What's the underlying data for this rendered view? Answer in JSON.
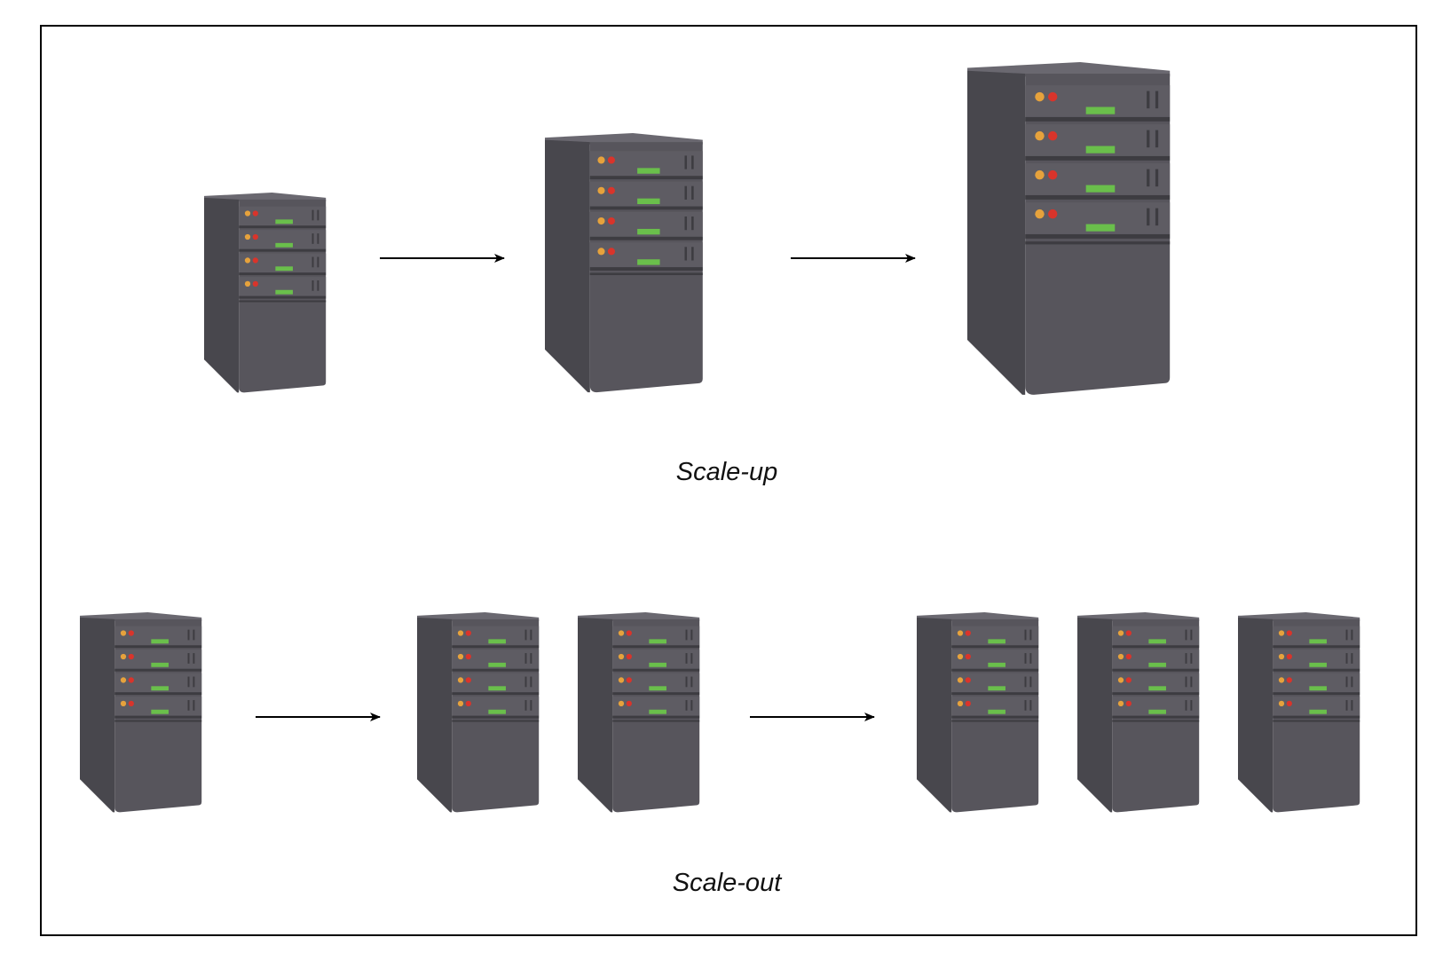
{
  "diagram": {
    "scale_up": {
      "caption": "Scale-up",
      "stages": [
        {
          "servers": 1,
          "size": "small"
        },
        {
          "servers": 1,
          "size": "medium"
        },
        {
          "servers": 1,
          "size": "large"
        }
      ]
    },
    "scale_out": {
      "caption": "Scale-out",
      "stages": [
        {
          "servers": 1
        },
        {
          "servers": 2
        },
        {
          "servers": 3
        }
      ]
    }
  },
  "colors": {
    "frame": "#000000",
    "server_body": "#57555c",
    "server_side": "#48474d",
    "server_top": "#6a6870",
    "drive_bay": "#5e5c63",
    "drive_separator": "#3d3c41",
    "led_orange": "#e6a23c",
    "led_red": "#d9342b",
    "activity_green": "#6abf4b",
    "arrow": "#000000"
  }
}
